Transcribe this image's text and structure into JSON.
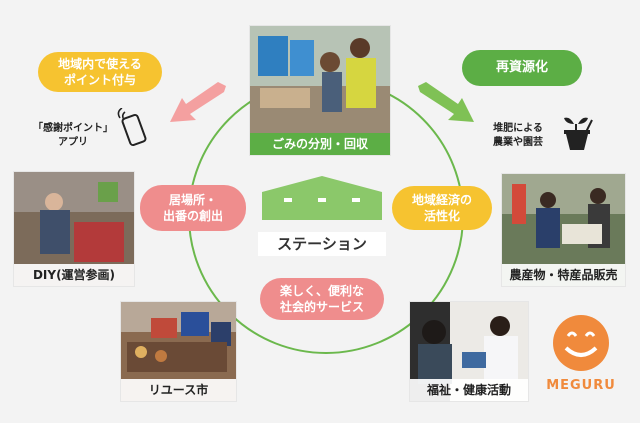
{
  "photos": {
    "center_top": "ごみの分別・回収",
    "diy": "DIY(運営参画)",
    "reuse": "リユース市",
    "farm": "農産物・特産品販売",
    "welfare": "福祉・健康活動"
  },
  "pills": {
    "points_line1": "地域内で使える",
    "points_line2": "ポイント付与",
    "recycle": "再資源化",
    "ibasho_line1": "居場所・",
    "ibasho_line2": "出番の創出",
    "economy_line1": "地域経済の",
    "economy_line2": "活性化",
    "social_line1": "楽しく、便利な",
    "social_line2": "社会的サービス"
  },
  "labels": {
    "app_line1": "「感謝ポイント」",
    "app_line2": "アプリ",
    "compost_line1": "堆肥による",
    "compost_line2": "農業や園芸"
  },
  "station": {
    "label": "ステーション"
  },
  "logo": {
    "text": "MEGURU"
  },
  "colors": {
    "green": "#5cae45",
    "yellow": "#f6c330",
    "pink": "#ef8d8d",
    "station_green": "#8bc86a",
    "circle": "#6bb84c",
    "logo_orange": "#f08a3c"
  },
  "icons": [
    "smartphone-icon",
    "plant-pot-icon",
    "arrow-left-down-icon",
    "arrow-right-down-icon",
    "smile-logo-icon"
  ]
}
